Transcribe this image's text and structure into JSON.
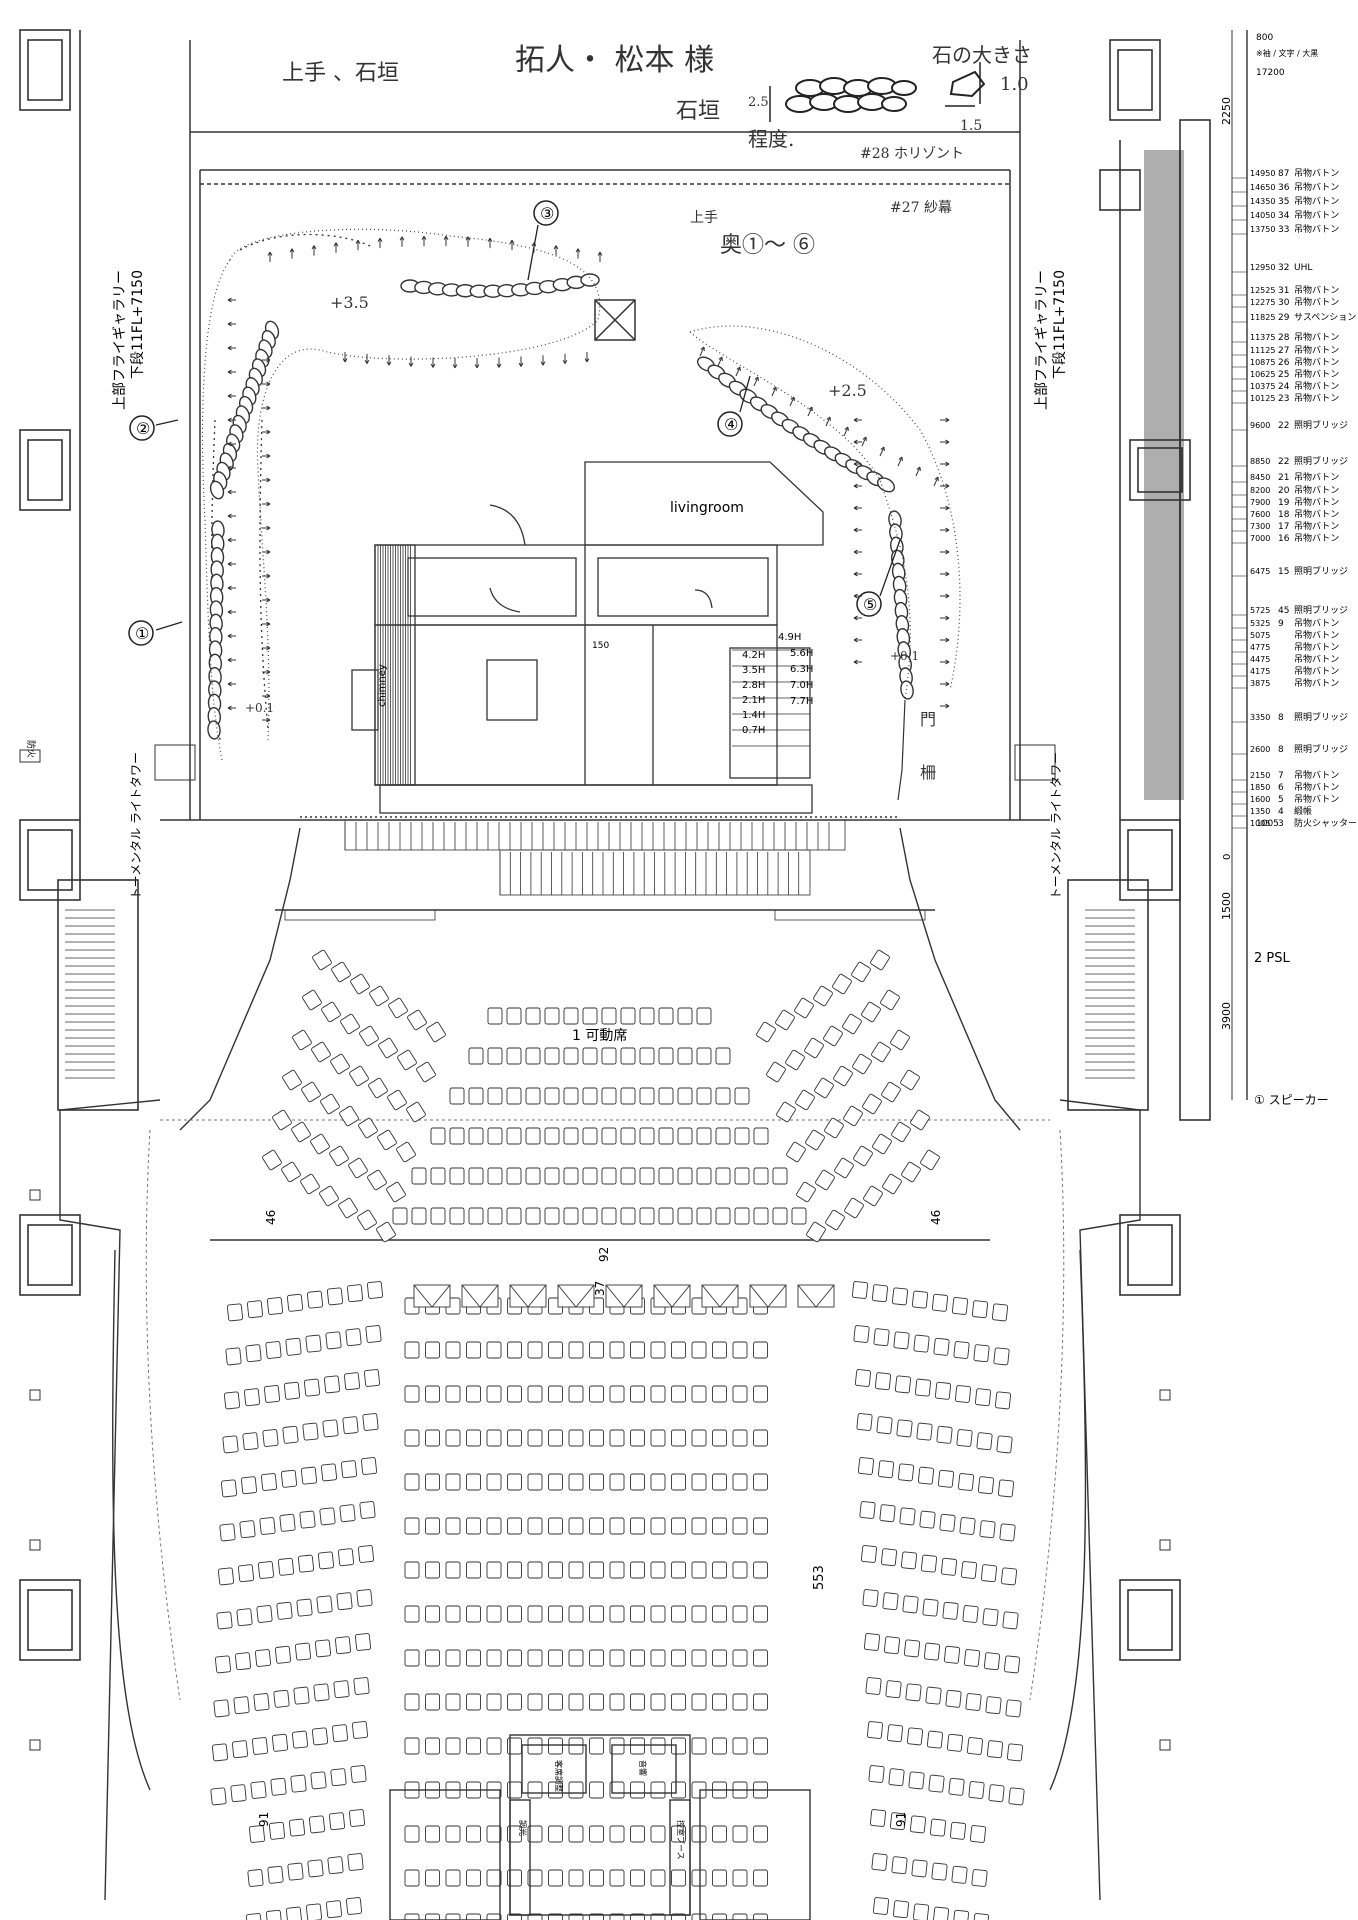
{
  "header": {
    "title": "拓人・ 松本 様",
    "upper_label": "上手 、石垣",
    "stone_wall_label": "石垣",
    "stone_wall_height": "2.5",
    "stone_wall_extent": "程度.",
    "stone_size_label": "石の大きさ",
    "stone_size_value": "1.0",
    "stone_size_value2": "1.5"
  },
  "stage": {
    "horizon_label": "#28 ホリゾント",
    "scrim_label": "#27 紗幕",
    "upstage_note": "上手",
    "back_range": "奥①～ ⑥",
    "gallery_left": "上部フライギャラリー",
    "gallery_left_sub": "下段11FL+7150",
    "gallery_right": "上部フライギャラリー",
    "gallery_right_sub": "下段11FL+7150",
    "tower_left": "トーメンタル ライトタワー",
    "tower_right": "トーメンタル ライトタワー",
    "fire_label": "防火",
    "circle_labels": [
      "①",
      "②",
      "③",
      "④",
      "⑤"
    ],
    "height_labels": [
      "+3.5",
      "+2.5",
      "+0.1",
      "+0.1"
    ],
    "gate_label": "門",
    "fence_label": "柵",
    "livingroom_label": "livingroom",
    "chimney_label": "chimney",
    "step_heights_left": [
      "4.2H",
      "3.5H",
      "2.8H",
      "2.1H",
      "1.4H",
      "0.7H"
    ],
    "step_heights_right": [
      "4.9H",
      "5.6H",
      "6.3H",
      "7.0H",
      "7.7H"
    ],
    "dim_150": "150"
  },
  "seating": {
    "orchestra_pit_label": "1 可動席",
    "count_46_left": "46",
    "count_46_right": "46",
    "count_92": "92",
    "count_37": "37",
    "count_553": "553",
    "count_91_left": "91",
    "count_91_right": "91",
    "booth_labels": [
      "客席調整",
      "音響",
      "調光",
      "控室ブース"
    ]
  },
  "right_column": {
    "top_numbers": [
      "800",
      "17200",
      "2250"
    ],
    "header_note": "※袖 / 文字 / 大黒",
    "rows": [
      {
        "h": "14950",
        "n": "87",
        "name": "吊物バトン"
      },
      {
        "h": "14650",
        "n": "36",
        "name": "吊物バトン"
      },
      {
        "h": "14350",
        "n": "35",
        "name": "吊物バトン"
      },
      {
        "h": "14050",
        "n": "34",
        "name": "吊物バトン"
      },
      {
        "h": "13750",
        "n": "33",
        "name": "吊物バトン"
      },
      {
        "h": "12950",
        "n": "32",
        "name": "UHL"
      },
      {
        "h": "12525",
        "n": "31",
        "name": "吊物バトン"
      },
      {
        "h": "12275",
        "n": "30",
        "name": "吊物バトン"
      },
      {
        "h": "11825",
        "n": "29",
        "name": "サスペンション"
      },
      {
        "h": "11375",
        "n": "28",
        "name": "吊物バトン"
      },
      {
        "h": "11125",
        "n": "27",
        "name": "吊物バトン"
      },
      {
        "h": "10875",
        "n": "26",
        "name": "吊物バトン"
      },
      {
        "h": "10625",
        "n": "25",
        "name": "吊物バトン"
      },
      {
        "h": "10375",
        "n": "24",
        "name": "吊物バトン"
      },
      {
        "h": "10125",
        "n": "23",
        "name": "吊物バトン"
      },
      {
        "h": "9600",
        "n": "22",
        "name": "照明ブリッジ"
      },
      {
        "h": "8850",
        "n": "22",
        "name": "照明ブリッジ"
      },
      {
        "h": "8450",
        "n": "21",
        "name": "吊物バトン"
      },
      {
        "h": "8200",
        "n": "20",
        "name": "吊物バトン"
      },
      {
        "h": "7900",
        "n": "19",
        "name": "吊物バトン"
      },
      {
        "h": "7600",
        "n": "18",
        "name": "吊物バトン"
      },
      {
        "h": "7300",
        "n": "17",
        "name": "吊物バトン"
      },
      {
        "h": "7000",
        "n": "16",
        "name": "吊物バトン"
      },
      {
        "h": "6475",
        "n": "15",
        "name": "照明ブリッジ"
      },
      {
        "h": "5725",
        "n": "45",
        "name": "照明ブリッジ"
      },
      {
        "h": "5325",
        "n": "9",
        "name": "吊物バトン"
      },
      {
        "h": "5075",
        "n": "",
        "name": "吊物バトン"
      },
      {
        "h": "4775",
        "n": "",
        "name": "吊物バトン"
      },
      {
        "h": "4475",
        "n": "",
        "name": "吊物バトン"
      },
      {
        "h": "4175",
        "n": "",
        "name": "吊物バトン"
      },
      {
        "h": "3875",
        "n": "",
        "name": "吊物バトン"
      },
      {
        "h": "3350",
        "n": "8",
        "name": "照明ブリッジ"
      },
      {
        "h": "2600",
        "n": "8",
        "name": "照明ブリッジ"
      },
      {
        "h": "2150",
        "n": "7",
        "name": "吊物バトン"
      },
      {
        "h": "1850",
        "n": "6",
        "name": "吊物バトン"
      },
      {
        "h": "1600",
        "n": "5",
        "name": "吊物バトン"
      },
      {
        "h": "1350",
        "n": "4",
        "name": "緞帳"
      },
      {
        "h": "1005",
        "n": "3",
        "name": "防火シャッター"
      }
    ],
    "dim_1005": "1005",
    "dim_0": "0",
    "dim_1500": "1500",
    "dim_3900": "3900",
    "psl_label": "2 PSL",
    "speaker_label": "① スピーカー"
  }
}
